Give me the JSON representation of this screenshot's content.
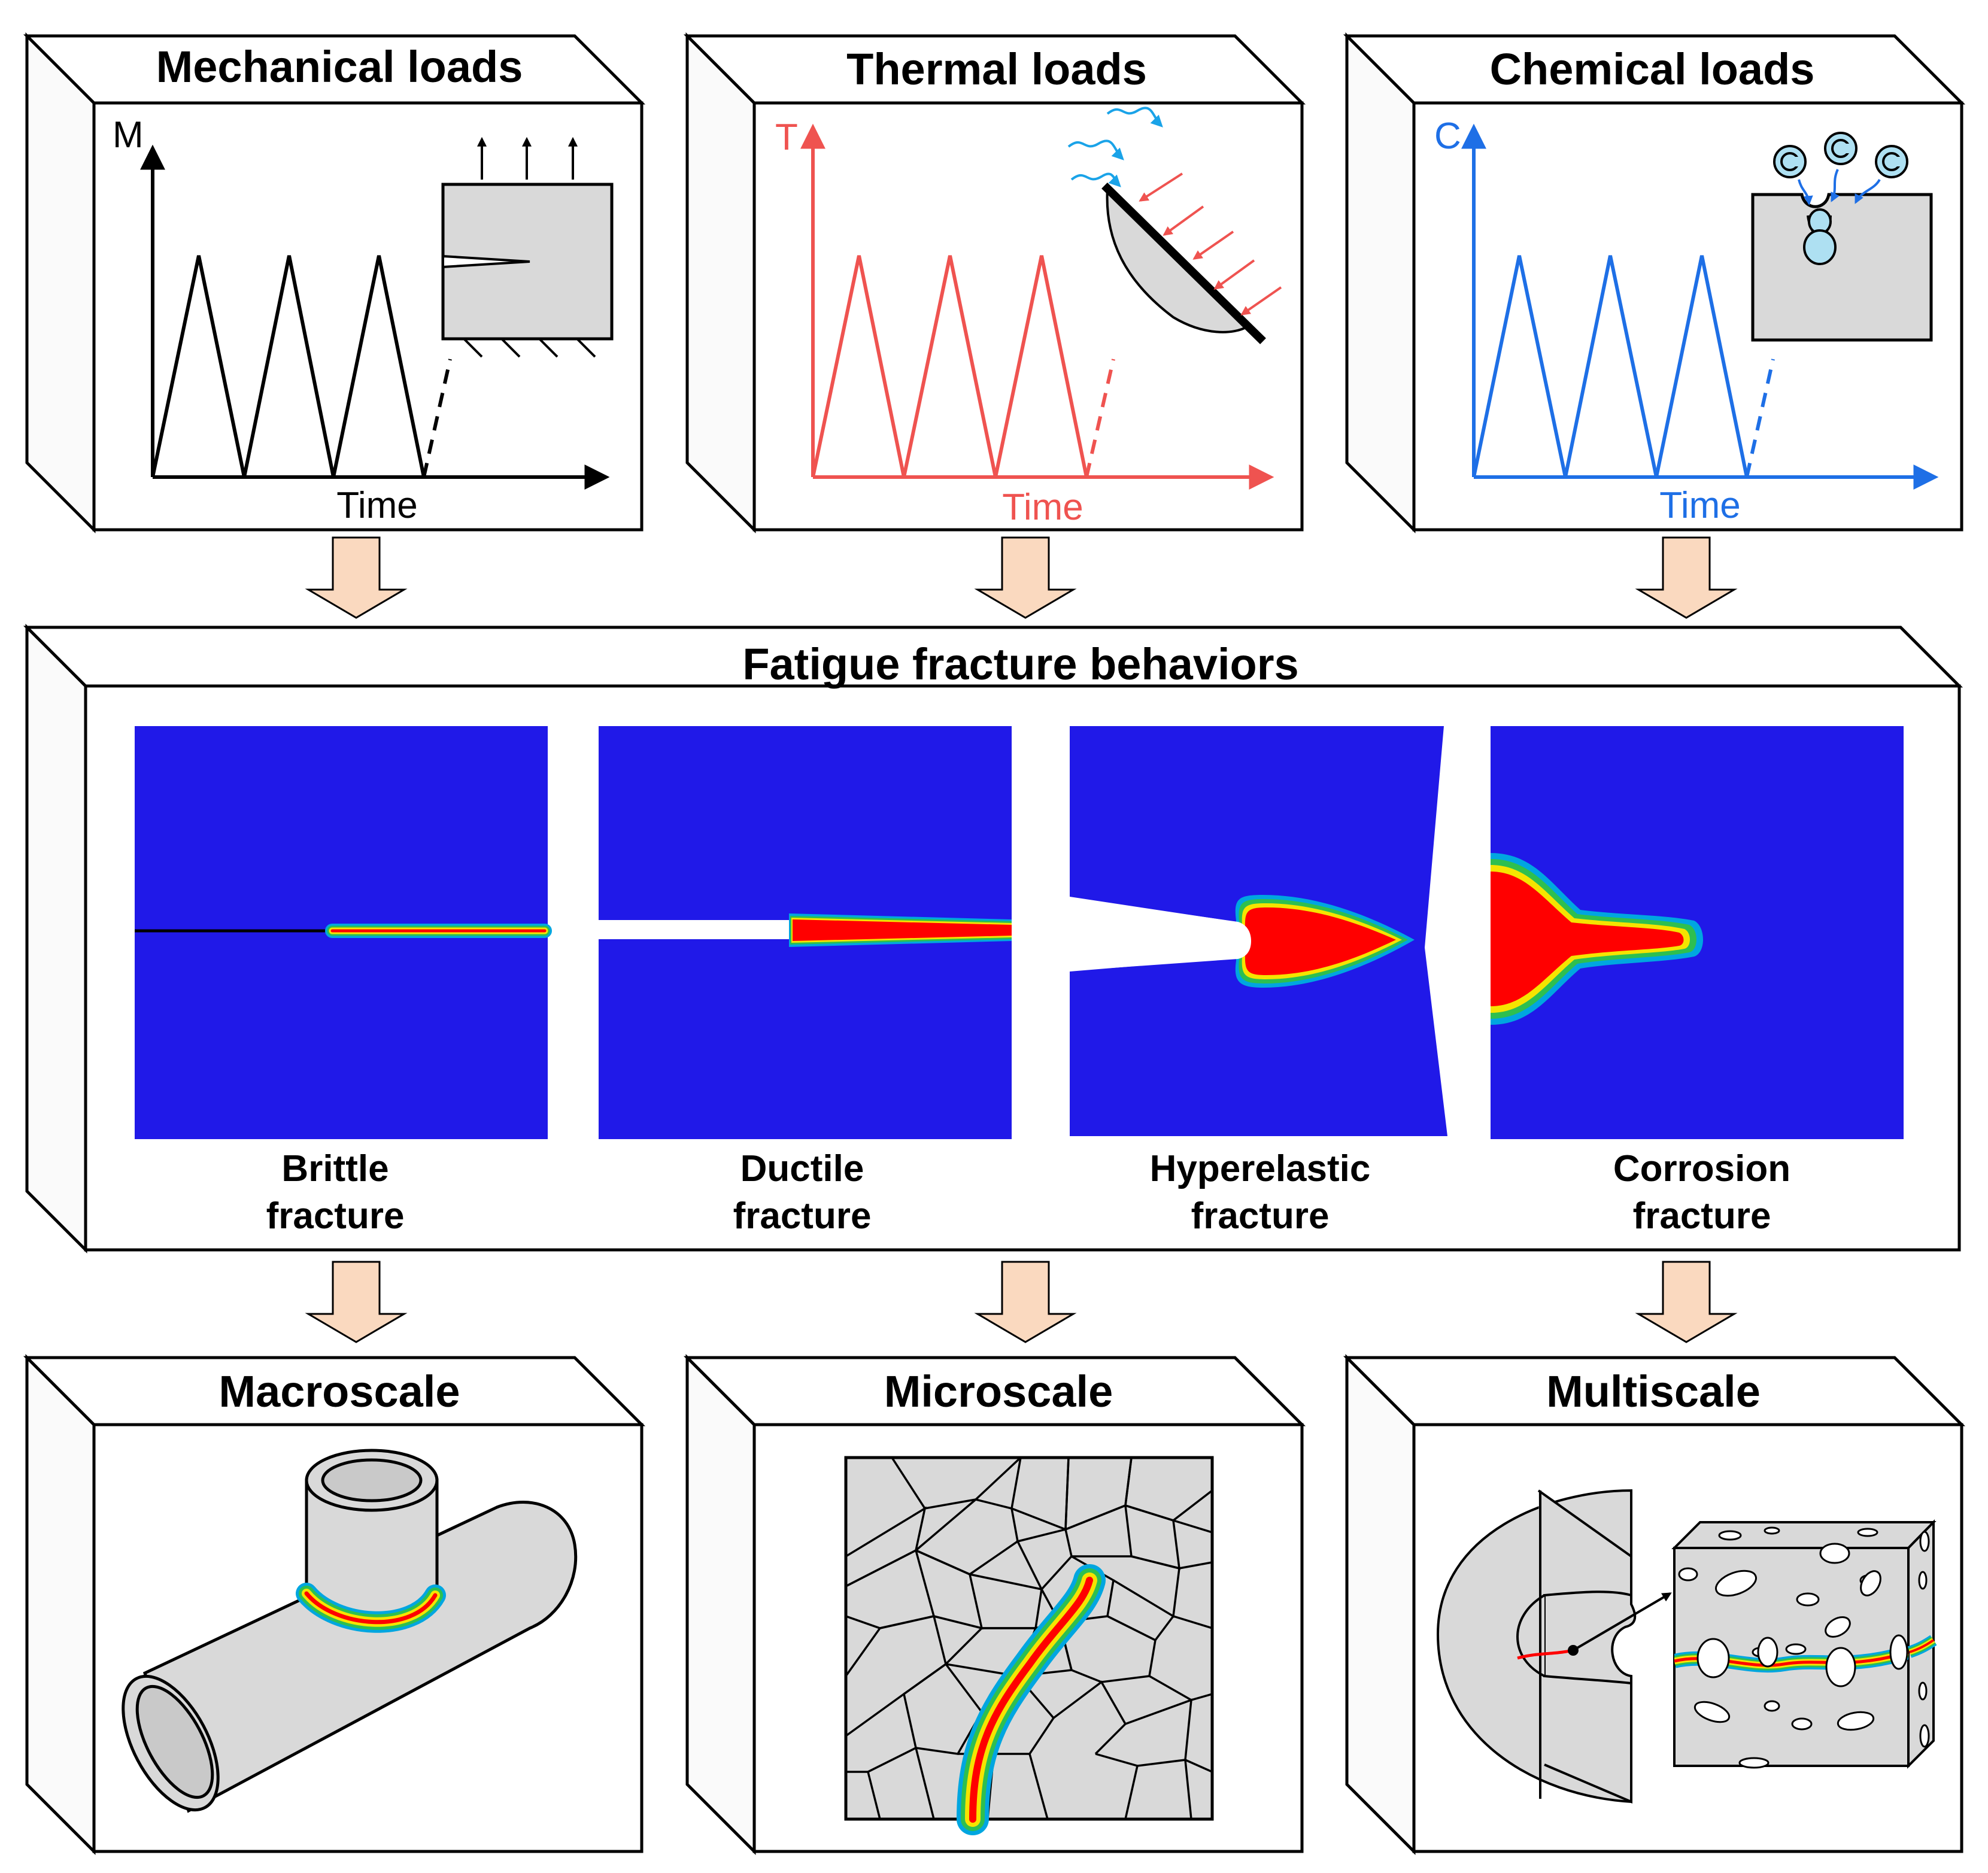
{
  "colors": {
    "black": "#000000",
    "thermal": "#ef5350",
    "chemical": "#1e6fe6",
    "arrow_fill": "#fad9bf",
    "panel_blue": "#2019e8",
    "grey": "#d9d9d9",
    "gradient": [
      "#00a6e0",
      "#2ebf4f",
      "#f5e400",
      "#ff0000"
    ]
  },
  "loads": [
    {
      "title": "Mechanical loads",
      "axis_label": "M",
      "time_label": "Time",
      "color": "#000000",
      "icon": "cracked-block-icon"
    },
    {
      "title": "Thermal loads",
      "axis_label": "T",
      "time_label": "Time",
      "color": "#ef5350",
      "icon": "heated-specimen-icon"
    },
    {
      "title": "Chemical loads",
      "axis_label": "C",
      "time_label": "Time",
      "color": "#1e6fe6",
      "icon": "corroded-block-icon"
    }
  ],
  "behaviors": {
    "title": "Fatigue fracture behaviors",
    "items": [
      {
        "line1": "Brittle",
        "line2": "fracture"
      },
      {
        "line1": "Ductile",
        "line2": "fracture"
      },
      {
        "line1": "Hyperelastic",
        "line2": "fracture"
      },
      {
        "line1": "Corrosion",
        "line2": "fracture"
      }
    ]
  },
  "scales": [
    {
      "title": "Macroscale",
      "icon": "pipe-junction-icon"
    },
    {
      "title": "Microscale",
      "icon": "polycrystal-icon"
    },
    {
      "title": "Multiscale",
      "icon": "multiscale-icon"
    }
  ]
}
